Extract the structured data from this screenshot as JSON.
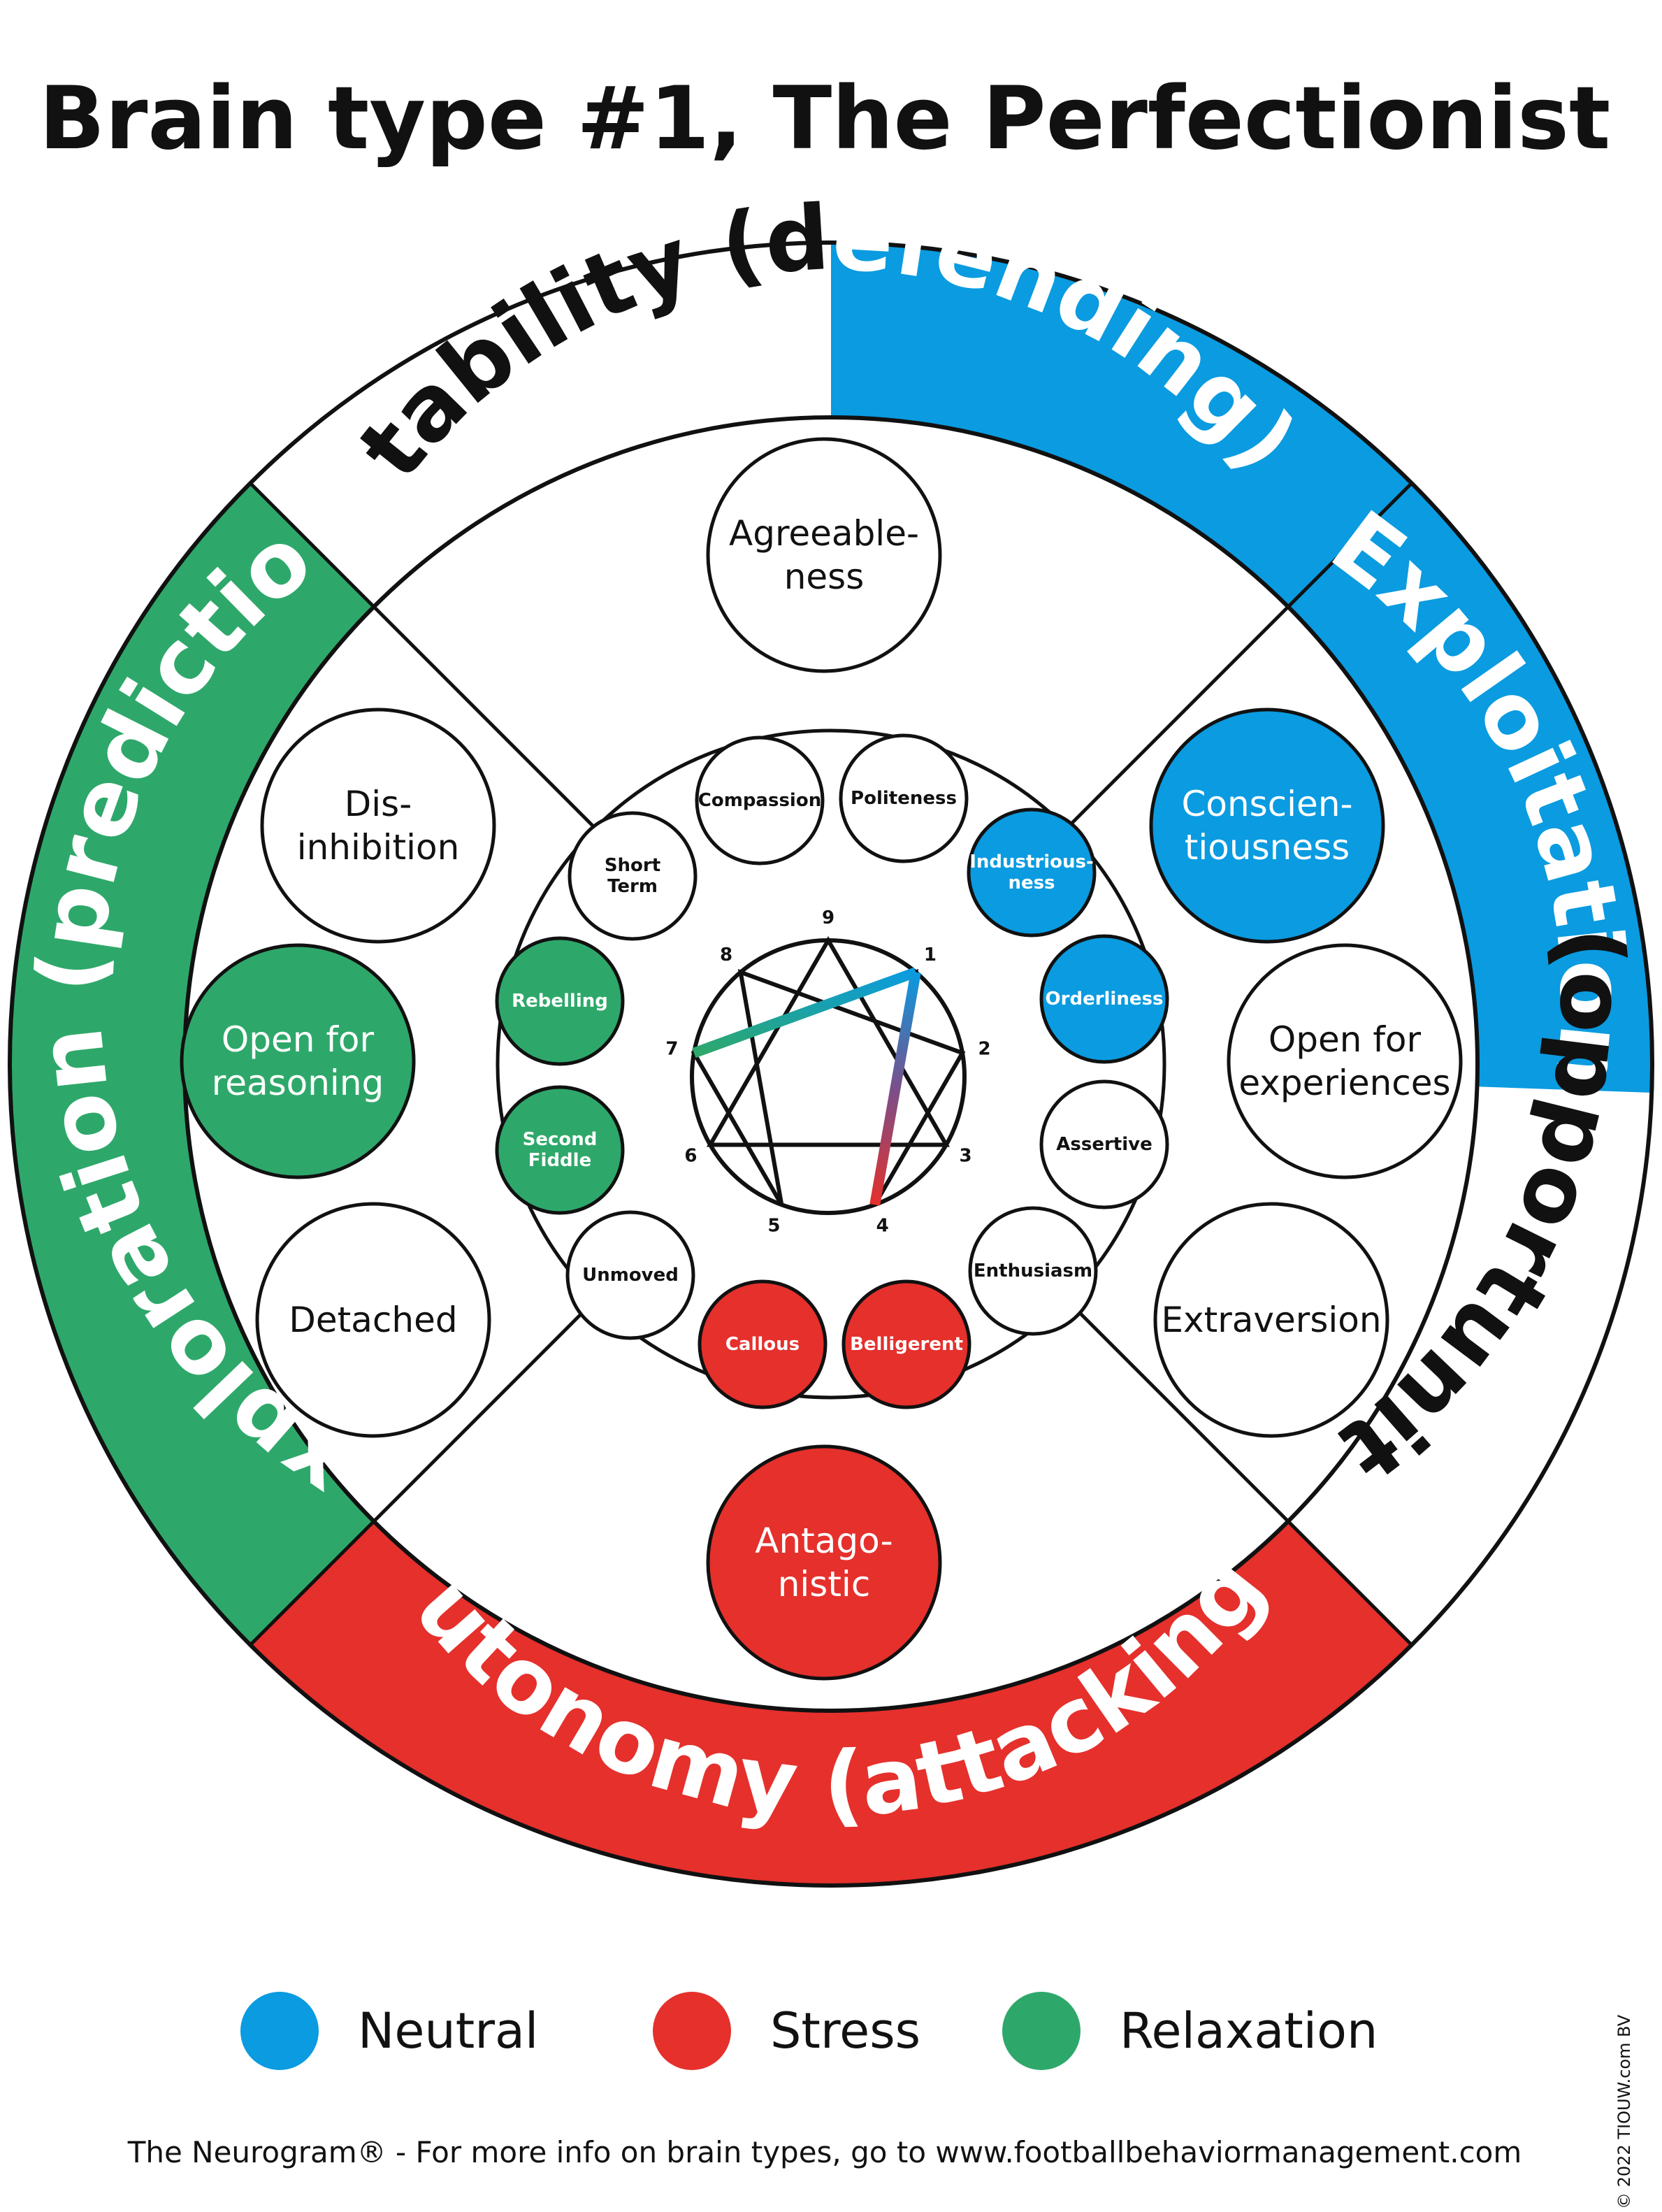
{
  "title": "Brain type #1, The Perfectionist",
  "colors": {
    "neutral": "#0a9be0",
    "stress": "#e5302c",
    "relaxation": "#2ea86a",
    "none": "#ffffff",
    "line": "#111111"
  },
  "ring": {
    "stability_black": "Stability (d",
    "stability_white": "efending)",
    "exploitation": "Exploitation",
    "opportunity": "(opportunity)",
    "autonomy": "Autonomy (attacking)",
    "exploration": "Exploration (prediction)"
  },
  "traits": [
    {
      "id": "agreeableness",
      "lines": [
        "Agreeable-",
        "ness"
      ],
      "color": "none"
    },
    {
      "id": "conscientiousness",
      "lines": [
        "Conscien-",
        "tiousness"
      ],
      "color": "neutral"
    },
    {
      "id": "open-experiences",
      "lines": [
        "Open for",
        "experiences"
      ],
      "color": "none"
    },
    {
      "id": "extraversion",
      "lines": [
        "Extraversion"
      ],
      "color": "none"
    },
    {
      "id": "antagonistic",
      "lines": [
        "Antago-",
        "nistic"
      ],
      "color": "stress"
    },
    {
      "id": "detached",
      "lines": [
        "Detached"
      ],
      "color": "none"
    },
    {
      "id": "open-reasoning",
      "lines": [
        "Open for",
        "reasoning"
      ],
      "color": "relaxation"
    },
    {
      "id": "disinhibition",
      "lines": [
        "Dis-",
        "inhibition"
      ],
      "color": "none"
    }
  ],
  "facets": [
    {
      "id": "compassion",
      "lines": [
        "Compassion"
      ],
      "color": "none"
    },
    {
      "id": "politeness",
      "lines": [
        "Politeness"
      ],
      "color": "none"
    },
    {
      "id": "industriousness",
      "lines": [
        "Industrious-",
        "ness"
      ],
      "color": "neutral"
    },
    {
      "id": "orderliness",
      "lines": [
        "Orderliness"
      ],
      "color": "neutral"
    },
    {
      "id": "assertive",
      "lines": [
        "Assertive"
      ],
      "color": "none"
    },
    {
      "id": "enthusiasm",
      "lines": [
        "Enthusiasm"
      ],
      "color": "none"
    },
    {
      "id": "belligerent",
      "lines": [
        "Belligerent"
      ],
      "color": "stress"
    },
    {
      "id": "callous",
      "lines": [
        "Callous"
      ],
      "color": "stress"
    },
    {
      "id": "unmoved",
      "lines": [
        "Unmoved"
      ],
      "color": "none"
    },
    {
      "id": "second-fiddle",
      "lines": [
        "Second",
        "Fiddle"
      ],
      "color": "relaxation"
    },
    {
      "id": "rebelling",
      "lines": [
        "Rebelling"
      ],
      "color": "relaxation"
    },
    {
      "id": "short-term",
      "lines": [
        "Short",
        "Term"
      ],
      "color": "none"
    }
  ],
  "enneagram_numbers": [
    "9",
    "1",
    "2",
    "3",
    "4",
    "5",
    "6",
    "7",
    "8"
  ],
  "legend": [
    {
      "label": "Neutral",
      "color": "neutral"
    },
    {
      "label": "Stress",
      "color": "stress"
    },
    {
      "label": "Relaxation",
      "color": "relaxation"
    }
  ],
  "footer": "The Neurogram® - For more info on brain types, go to www.footballbehaviormanagement.com",
  "copyright": "© 2022 TIOUW.com BV"
}
